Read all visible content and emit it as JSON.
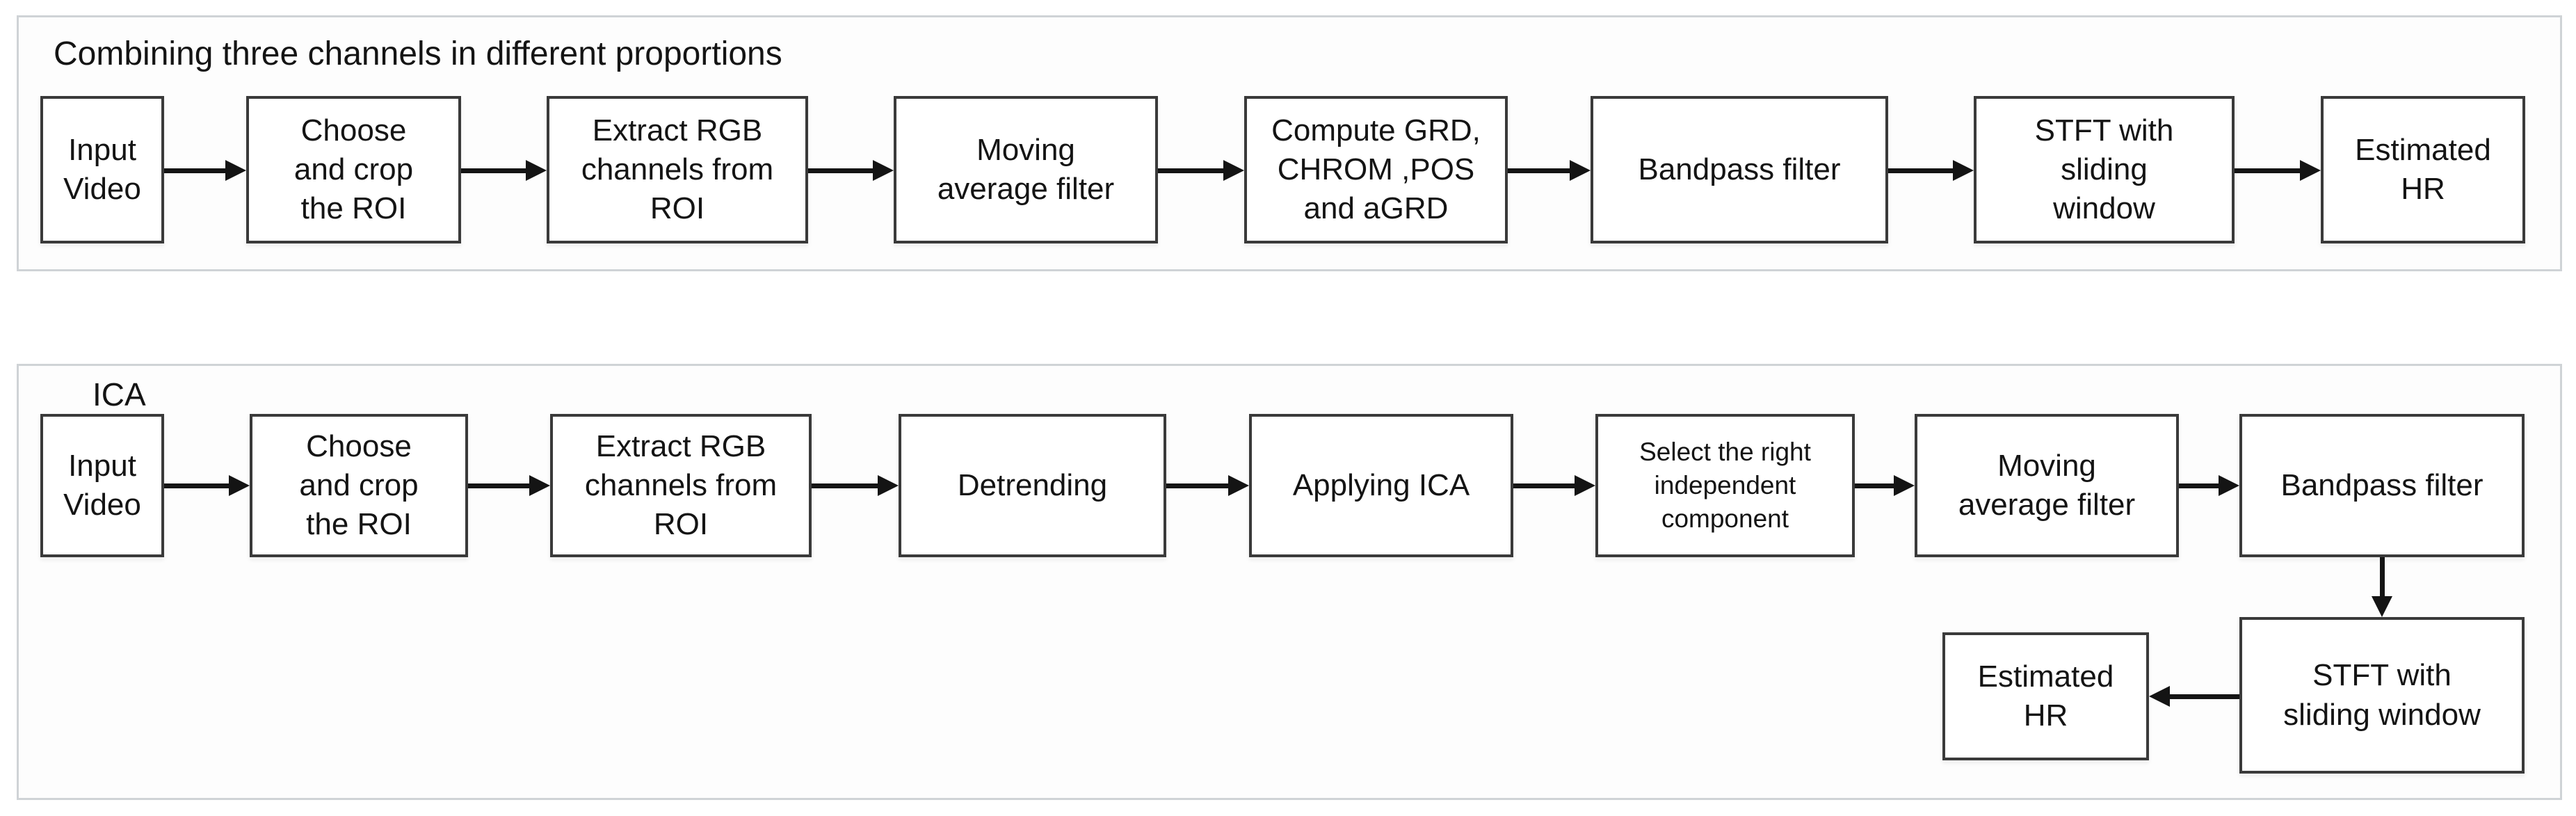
{
  "figure": {
    "description_colors": {
      "page_background": "#ffffff",
      "panel_border": "#cfd3d6",
      "node_border": "#3a3a3a",
      "arrow": "#141414",
      "text": "#141414"
    }
  },
  "flow1": {
    "title": "Combining three channels in different proportions",
    "nodes": [
      {
        "label": "Input\nVideo"
      },
      {
        "label": "Choose\nand crop\nthe ROI"
      },
      {
        "label": "Extract RGB\nchannels from\nROI"
      },
      {
        "label": "Moving\naverage filter"
      },
      {
        "label": "Compute GRD,\nCHROM ,POS\nand aGRD"
      },
      {
        "label": "Bandpass filter"
      },
      {
        "label": "STFT with\nsliding\nwindow"
      },
      {
        "label": "Estimated\nHR"
      }
    ],
    "edges": [
      {
        "from": 0,
        "to": 1,
        "direction": "right"
      },
      {
        "from": 1,
        "to": 2,
        "direction": "right"
      },
      {
        "from": 2,
        "to": 3,
        "direction": "right"
      },
      {
        "from": 3,
        "to": 4,
        "direction": "right"
      },
      {
        "from": 4,
        "to": 5,
        "direction": "right"
      },
      {
        "from": 5,
        "to": 6,
        "direction": "right"
      },
      {
        "from": 6,
        "to": 7,
        "direction": "right"
      }
    ]
  },
  "flow2": {
    "title": "ICA",
    "nodes": [
      {
        "label": "Input\nVideo"
      },
      {
        "label": "Choose\nand crop\nthe ROI"
      },
      {
        "label": "Extract RGB\nchannels from\nROI"
      },
      {
        "label": "Detrending"
      },
      {
        "label": "Applying ICA"
      },
      {
        "label": "Select the right\nindependent\ncomponent"
      },
      {
        "label": "Moving\naverage filter"
      },
      {
        "label": "Bandpass filter"
      },
      {
        "label": "STFT with\nsliding window"
      },
      {
        "label": "Estimated\nHR"
      }
    ],
    "edges": [
      {
        "from": 0,
        "to": 1,
        "direction": "right"
      },
      {
        "from": 1,
        "to": 2,
        "direction": "right"
      },
      {
        "from": 2,
        "to": 3,
        "direction": "right"
      },
      {
        "from": 3,
        "to": 4,
        "direction": "right"
      },
      {
        "from": 4,
        "to": 5,
        "direction": "right"
      },
      {
        "from": 5,
        "to": 6,
        "direction": "right"
      },
      {
        "from": 6,
        "to": 7,
        "direction": "right"
      },
      {
        "from": 7,
        "to": 8,
        "direction": "down"
      },
      {
        "from": 8,
        "to": 9,
        "direction": "left"
      }
    ]
  }
}
